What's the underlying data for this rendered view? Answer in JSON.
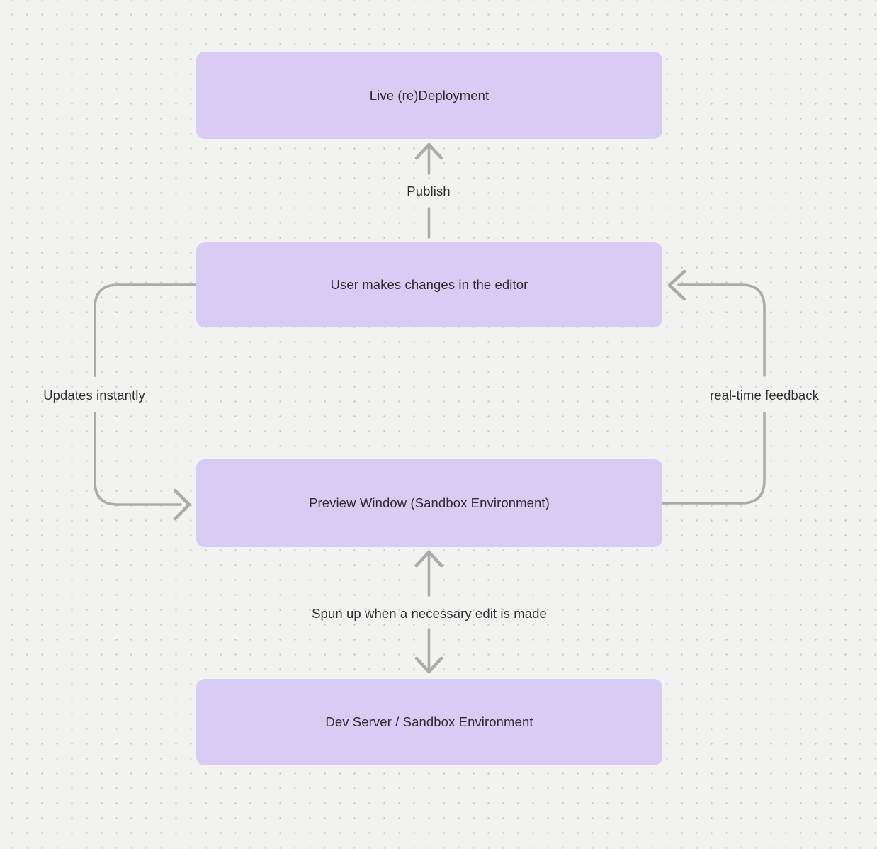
{
  "diagram": {
    "colors": {
      "background": "#F2F2F0",
      "grid_dot": "#C3C3C1",
      "node_fill": "#D8CCF4",
      "arrow": "#ABABA9",
      "text": "#2B2B2E"
    },
    "nodes": [
      {
        "id": "live-redeployment",
        "label": "Live (re)Deployment"
      },
      {
        "id": "editor-changes",
        "label": "User makes changes in the editor"
      },
      {
        "id": "preview-window",
        "label": "Preview Window (Sandbox Environment)"
      },
      {
        "id": "dev-server",
        "label": "Dev Server / Sandbox Environment"
      }
    ],
    "edges": [
      {
        "id": "publish",
        "label": "Publish",
        "from": "editor-changes",
        "to": "live-redeployment",
        "direction": "up"
      },
      {
        "id": "updates-instantly",
        "label": "Updates instantly",
        "from": "editor-changes",
        "to": "preview-window",
        "direction": "left-loop"
      },
      {
        "id": "real-time-feedback",
        "label": "real-time feedback",
        "from": "preview-window",
        "to": "editor-changes",
        "direction": "right-loop"
      },
      {
        "id": "spun-up",
        "label": "Spun up when a necessary edit is made",
        "from": "preview-window",
        "to": "dev-server",
        "direction": "bidirectional"
      }
    ]
  }
}
